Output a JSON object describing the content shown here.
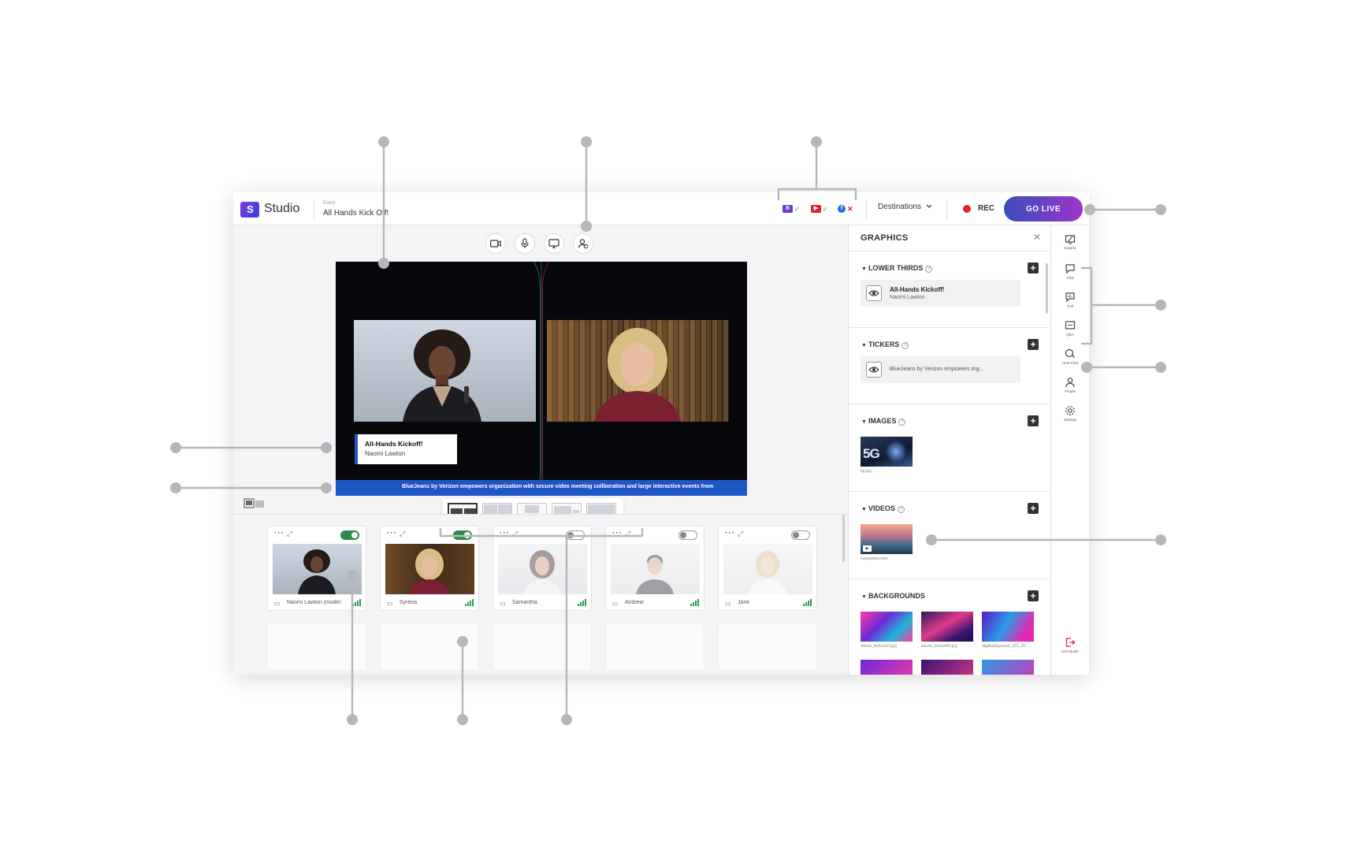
{
  "app": {
    "logo_text": "S",
    "name": "Studio"
  },
  "event": {
    "caption": "Event",
    "name": "All Hands Kick Off!"
  },
  "destinations": {
    "icons": [
      {
        "icon": "bluejeans-icon",
        "glyph": "B",
        "color": "#6b3ad6",
        "status": "✓"
      },
      {
        "icon": "youtube-icon",
        "glyph": "▶",
        "color": "#e2202c",
        "status": "✓"
      },
      {
        "icon": "facebook-icon",
        "glyph": "f",
        "color": "#1f6fe0",
        "status": "✕"
      }
    ],
    "label": "Destinations"
  },
  "record": {
    "label": "REC"
  },
  "golive": {
    "label": "GO LIVE"
  },
  "stage": {
    "lower_third": {
      "title": "All-Hands Kickoff!",
      "subtitle": "Naomi Lawton"
    },
    "ticker": "BlueJeans by Verizon empowers organization with secure video meeting collboration and large interactive events from"
  },
  "participants": [
    {
      "name": "Naomi Lawton (moder",
      "on_stage": true
    },
    {
      "name": "Syrena",
      "on_stage": true
    },
    {
      "name": "Samantha",
      "on_stage": false
    },
    {
      "name": "Andrew",
      "on_stage": false
    },
    {
      "name": "Jane",
      "on_stage": false
    }
  ],
  "graphics": {
    "title": "GRAPHICS",
    "lower_thirds": {
      "label": "LOWER THIRDS",
      "item": {
        "title": "All-Hands Kickoff!",
        "subtitle": "Naomi Lawton"
      }
    },
    "tickers": {
      "label": "TICKERS",
      "item": "BlueJeans by Verizon empowers org..."
    },
    "images": {
      "label": "IMAGES",
      "thumb_text": "5G",
      "file": "5g.jpg"
    },
    "videos": {
      "label": "VIDEOS",
      "file": "losangeles.mov"
    },
    "backgrounds": {
      "label": "BACKGROUNDS",
      "files": [
        "waves_texture01.jpg",
        "waves_texture02.jpg",
        "digitbackground_123_24..."
      ]
    }
  },
  "rail": [
    {
      "label": "Graphic",
      "icon": "graphics-icon"
    },
    {
      "label": "Chat",
      "icon": "chat-icon"
    },
    {
      "label": "Poll",
      "icon": "poll-icon"
    },
    {
      "label": "Q&A",
      "icon": "qa-icon"
    },
    {
      "label": "Host Chat",
      "icon": "host-chat-icon"
    },
    {
      "label": "People",
      "icon": "people-icon"
    },
    {
      "label": "Settings",
      "icon": "settings-icon"
    }
  ],
  "exit": {
    "label": "Exit Studio",
    "icon": "exit-icon"
  },
  "colors": {
    "accent_blue": "#1f56c6",
    "live_gradient_start": "#3a4dbb",
    "live_gradient_end": "#9a36c8",
    "rec_red": "#e2202c",
    "toggle_on": "#2e8a4c"
  }
}
